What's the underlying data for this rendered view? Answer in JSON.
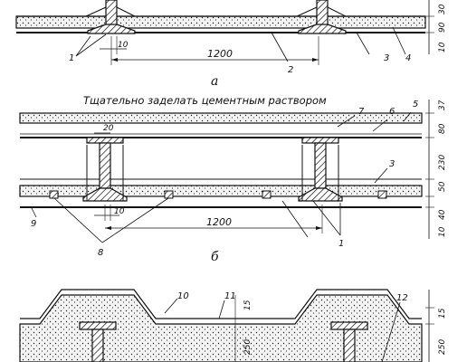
{
  "note": "Тщательно заделать цементным раствором",
  "section_a": {
    "caption": "а",
    "span": "1200",
    "gap": "10",
    "leaders": [
      "1",
      "2",
      "3",
      "4"
    ],
    "right_dims": [
      "30",
      "90",
      "10"
    ]
  },
  "section_b": {
    "caption": "б",
    "span": "1200",
    "gap": "10",
    "joint": "20",
    "leaders": [
      "7",
      "6",
      "5",
      "3",
      "9",
      "8",
      "1"
    ],
    "right_dims": [
      "37",
      "80",
      "230",
      "50",
      "40",
      "10"
    ]
  },
  "section_c": {
    "leaders": [
      "10",
      "11",
      "12"
    ],
    "inner_dims": [
      "15",
      "250"
    ],
    "right_dims": [
      "15",
      "250"
    ]
  }
}
